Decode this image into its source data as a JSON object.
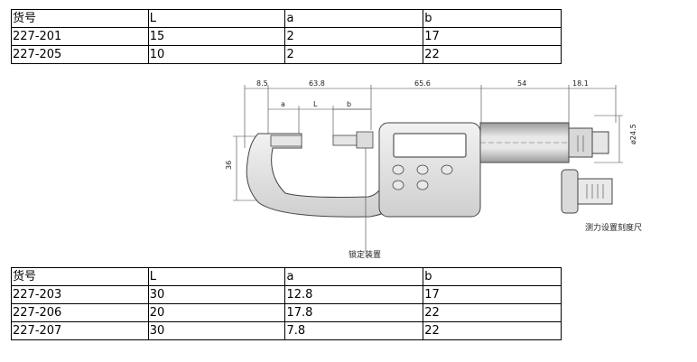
{
  "table_top": {
    "headers": [
      "货号",
      "L",
      "a",
      "b"
    ],
    "rows": [
      [
        "227-201",
        "15",
        "2",
        "17"
      ],
      [
        "227-205",
        "10",
        "2",
        "22"
      ]
    ]
  },
  "table_bottom": {
    "headers": [
      "货号",
      "L",
      "a",
      "b"
    ],
    "rows": [
      [
        "227-203",
        "30",
        "12.8",
        "17"
      ],
      [
        "227-206",
        "20",
        "17.8",
        "22"
      ],
      [
        "227-207",
        "30",
        "7.8",
        "22"
      ]
    ]
  },
  "drawing": {
    "dims": {
      "d8_5": "8.5",
      "d63_8": "63.8",
      "d65_6": "65.6",
      "d54": "54",
      "d18_1": "18.1",
      "a": "a",
      "L": "L",
      "b": "b",
      "h36": "36",
      "dia": "ø24.5"
    },
    "captions": {
      "lock": "锁定装置",
      "force": "测力设置刻度尺"
    }
  }
}
